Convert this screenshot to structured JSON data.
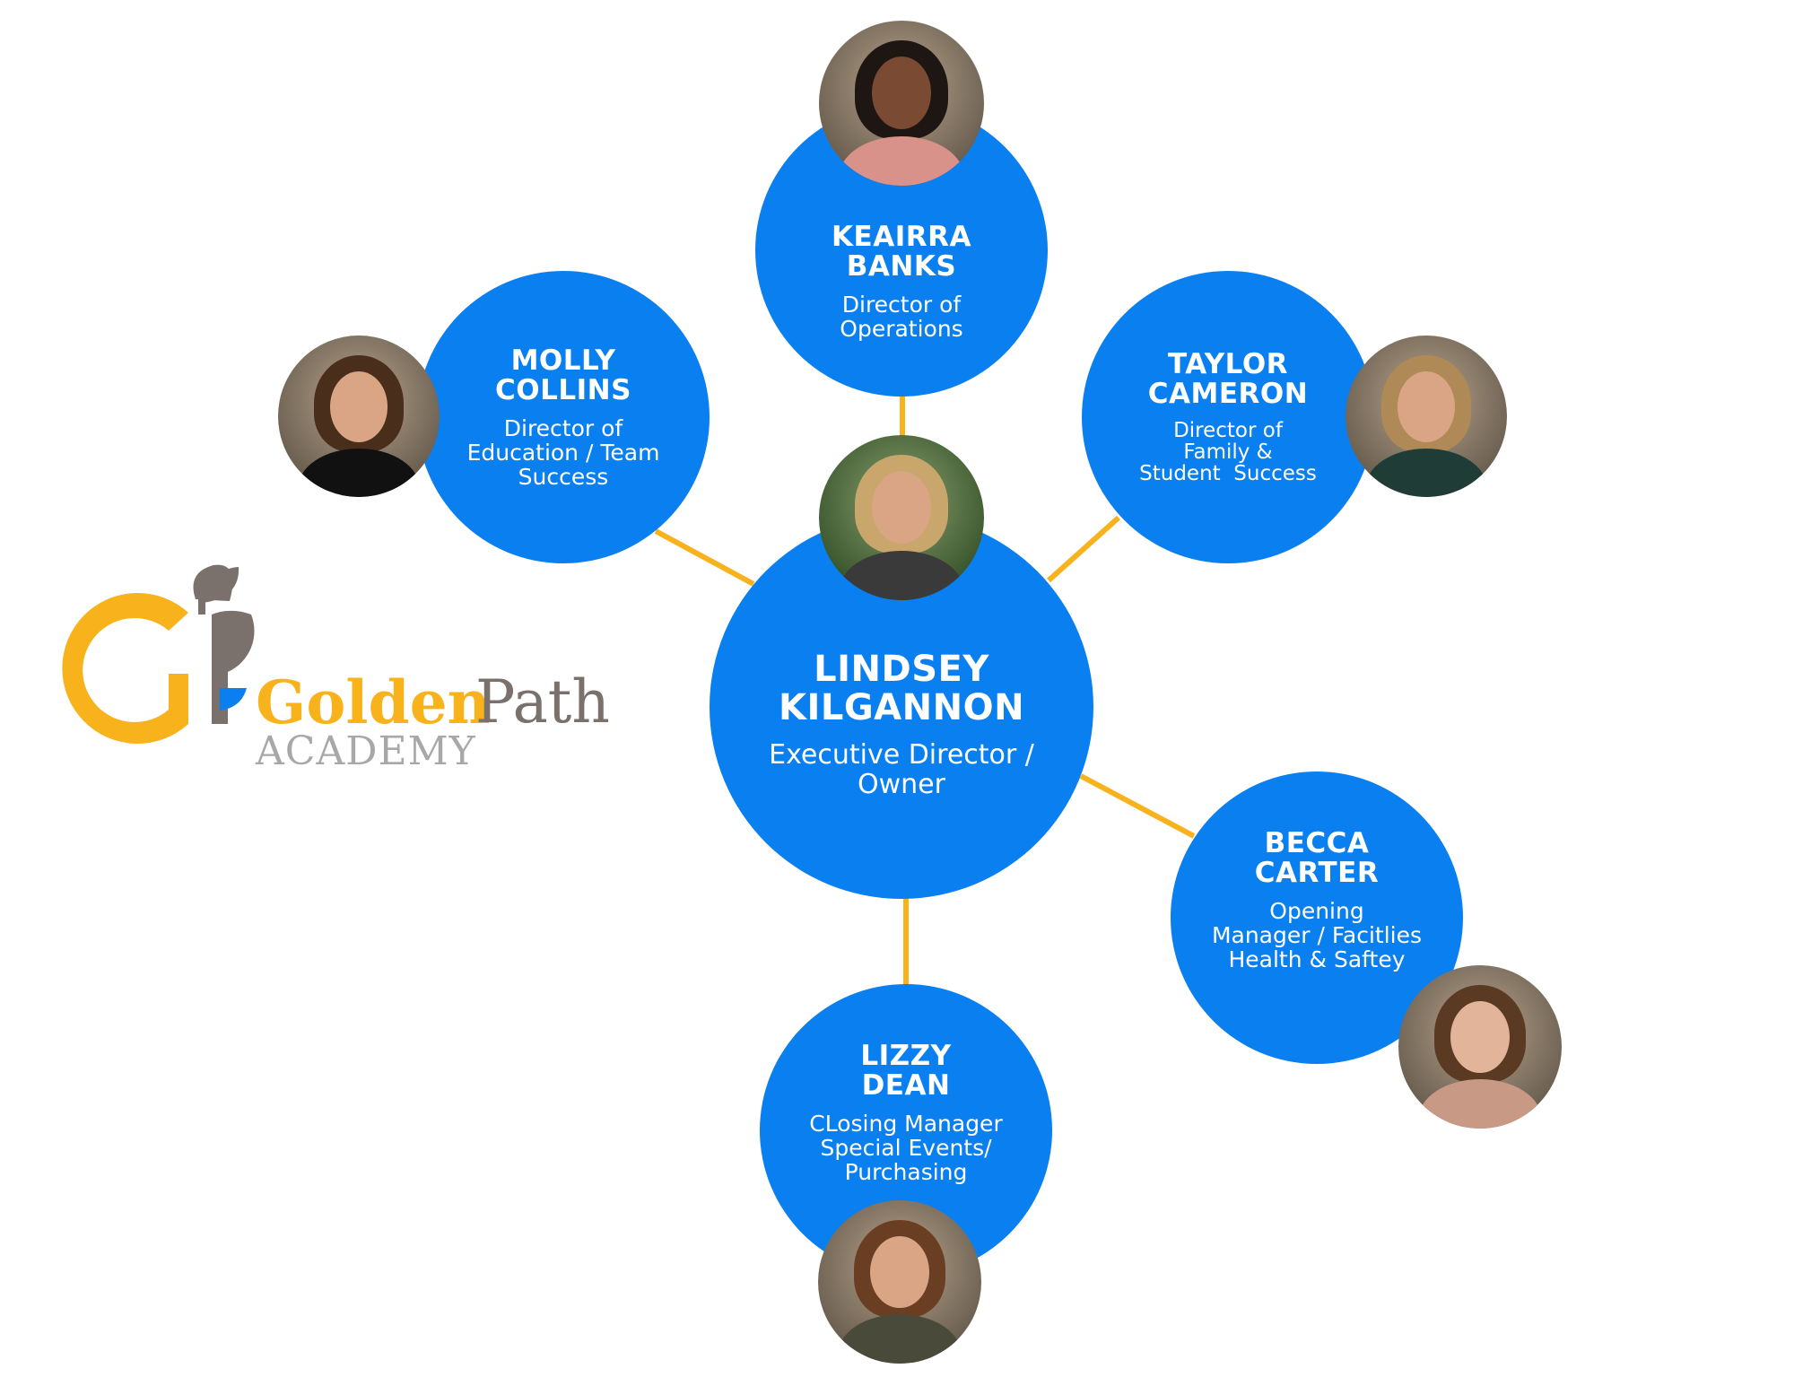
{
  "colors": {
    "node_blue": "#0A7FF0",
    "connector_gold": "#F8B21C",
    "logo_gold": "#F8B21C",
    "logo_gray": "#7A716D",
    "logo_light_gray": "#A8A8A8"
  },
  "logo": {
    "word1": "Golden",
    "word2": "Path",
    "subtitle": "ACADEMY"
  },
  "center": {
    "name_line1": "LINDSEY",
    "name_line2": "KILGANNON",
    "role_line1": "Executive Director /",
    "role_line2": "Owner"
  },
  "members": [
    {
      "id": "keairra",
      "name_line1": "KEAIRRA",
      "name_line2": "BANKS",
      "role": [
        "Director of",
        "Operations"
      ]
    },
    {
      "id": "molly",
      "name_line1": "MOLLY",
      "name_line2": "COLLINS",
      "role": [
        "Director of",
        "Education / Team",
        "Success"
      ]
    },
    {
      "id": "taylor",
      "name_line1": "TAYLOR",
      "name_line2": "CAMERON",
      "role": [
        "Director of",
        "Family &",
        "Student  Success"
      ]
    },
    {
      "id": "becca",
      "name_line1": "BECCA",
      "name_line2": "CARTER",
      "role": [
        "Opening",
        "Manager / Facitlies",
        "Health & Saftey"
      ]
    },
    {
      "id": "lizzy",
      "name_line1": "LIZZY",
      "name_line2": "DEAN",
      "role": [
        "CLosing Manager",
        "Special Events/",
        "Purchasing"
      ]
    }
  ]
}
